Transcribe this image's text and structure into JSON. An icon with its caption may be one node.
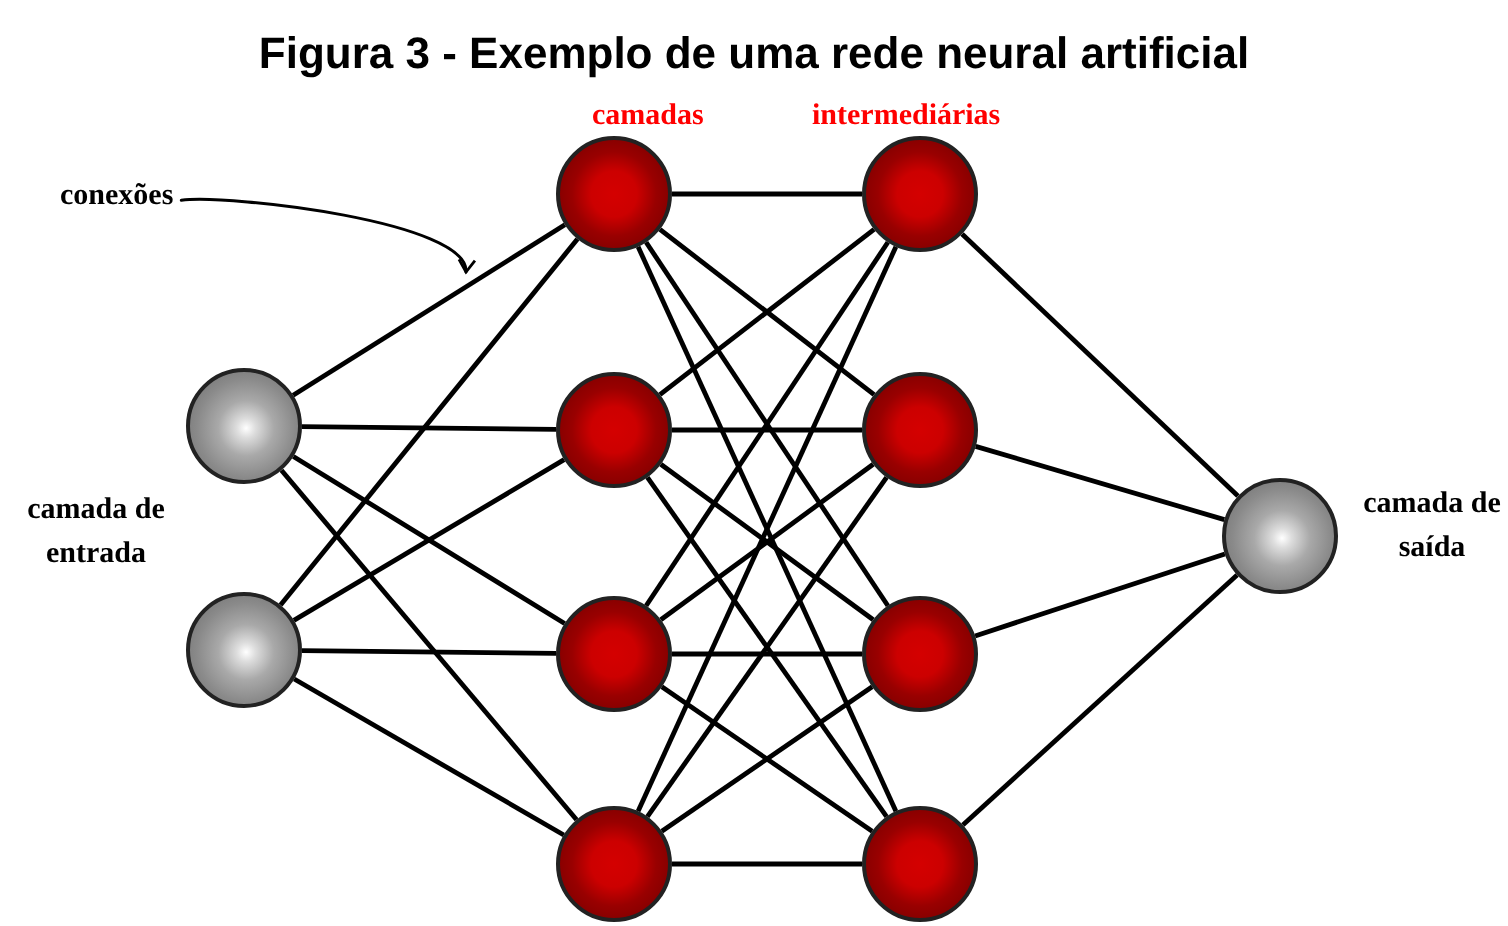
{
  "diagram": {
    "title": "Figura 3 - Exemplo de uma rede neural artificial",
    "nodes": [
      {
        "text": [],
        "shape": "circle"
      },
      {
        "text": [],
        "shape": "circle"
      },
      {
        "text": [],
        "shape": "circle"
      },
      {
        "text": [],
        "shape": "circle"
      },
      {
        "text": [],
        "shape": "circle"
      },
      {
        "text": [],
        "shape": "circle"
      },
      {
        "text": [],
        "shape": "circle"
      },
      {
        "text": [],
        "shape": "circle"
      },
      {
        "text": [],
        "shape": "circle"
      },
      {
        "text": [],
        "shape": "circle"
      },
      {
        "text": [],
        "shape": "circle"
      },
      {
        "text": [
          "conexões"
        ]
      }
    ],
    "edges": [
      {
        "from": 0,
        "to": 2,
        "arrow": "none"
      },
      {
        "from": 0,
        "to": 3,
        "arrow": "none"
      },
      {
        "from": 0,
        "to": 4,
        "arrow": "none"
      },
      {
        "from": 0,
        "to": 5,
        "arrow": "none"
      },
      {
        "from": 1,
        "to": 2,
        "arrow": "none"
      },
      {
        "from": 1,
        "to": 3,
        "arrow": "none"
      },
      {
        "from": 1,
        "to": 4,
        "arrow": "none"
      },
      {
        "from": 1,
        "to": 5,
        "arrow": "none"
      },
      {
        "from": 2,
        "to": 6,
        "arrow": "none"
      },
      {
        "from": 2,
        "to": 7,
        "arrow": "none"
      },
      {
        "from": 2,
        "to": 8,
        "arrow": "none"
      },
      {
        "from": 2,
        "to": 9,
        "arrow": "none"
      },
      {
        "from": 3,
        "to": 6,
        "arrow": "none"
      },
      {
        "from": 3,
        "to": 7,
        "arrow": "none"
      },
      {
        "from": 3,
        "to": 8,
        "arrow": "none"
      },
      {
        "from": 3,
        "to": 9,
        "arrow": "none"
      },
      {
        "from": 4,
        "to": 6,
        "arrow": "none"
      },
      {
        "from": 4,
        "to": 7,
        "arrow": "none"
      },
      {
        "from": 4,
        "to": 8,
        "arrow": "none"
      },
      {
        "from": 4,
        "to": 9,
        "arrow": "none"
      },
      {
        "from": 5,
        "to": 6,
        "arrow": "none"
      },
      {
        "from": 5,
        "to": 7,
        "arrow": "none"
      },
      {
        "from": 5,
        "to": 8,
        "arrow": "none"
      },
      {
        "from": 5,
        "to": 9,
        "arrow": "none"
      },
      {
        "from": 6,
        "to": 10,
        "arrow": "none"
      },
      {
        "from": 7,
        "to": 10,
        "arrow": "none"
      },
      {
        "from": 8,
        "to": 10,
        "arrow": "none"
      },
      {
        "from": 9,
        "to": 10,
        "arrow": "none"
      },
      {
        "from": 11,
        "to": null,
        "arrow": "to"
      }
    ],
    "labels": [
      "camadas",
      "intermediárias",
      "camada de entrada",
      "camada de saída"
    ]
  }
}
